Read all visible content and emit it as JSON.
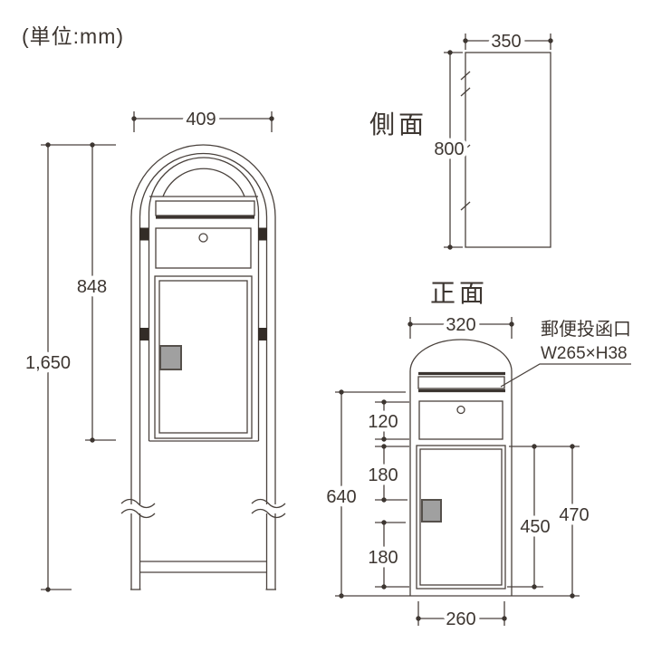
{
  "unit_label": "(単位:mm)",
  "colors": {
    "line": "#4a423d",
    "text": "#3d3631",
    "handle_fill": "#a0a0a0",
    "handle_border": "#55504b",
    "bracket": "#332c27",
    "background": "#ffffff"
  },
  "main_view": {
    "dim_width": "409",
    "dim_body_height": "848",
    "dim_total_height": "1,650"
  },
  "side_view": {
    "title": "側面",
    "dim_width": "350",
    "dim_height": "800"
  },
  "front_view": {
    "title": "正面",
    "dim_width": "320",
    "dim_nameplate_height": "120",
    "dim_upper_section": "180",
    "dim_lower_section": "180",
    "dim_left_total": "640",
    "dim_door_height": "450",
    "dim_right_total": "470",
    "dim_door_width": "260"
  },
  "annotation": {
    "line1": "郵便投函口",
    "line2": "W265×H38"
  }
}
